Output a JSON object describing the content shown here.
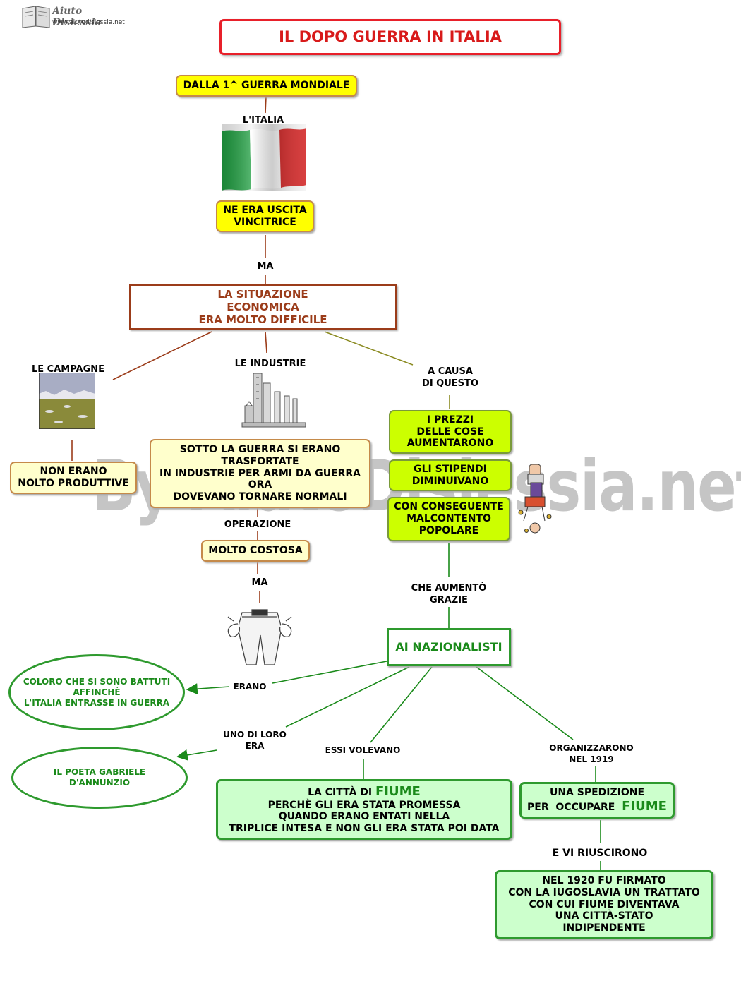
{
  "logo": {
    "name": "Aiuto Dislessia",
    "url": "www.aiutodislessia.net"
  },
  "title": "IL DOPO GUERRA IN ITALIA",
  "nodes": {
    "dalla_guerra": "DALLA 1^ GUERRA MONDIALE",
    "uscita": [
      "NE ERA USCITA",
      "VINCITRICE"
    ],
    "situazione": [
      "LA SITUAZIONE",
      "ECONOMICA",
      "ERA MOLTO DIFFICILE"
    ],
    "non_erano": [
      "NON ERANO",
      "NOLTO PRODUTTIVE"
    ],
    "sotto_guerra": [
      "SOTTO LA GUERRA SI ERANO",
      "TRASFORTATE",
      "IN INDUSTRIE PER ARMI DA GUERRA",
      "ORA",
      "DOVEVANO TORNARE NORMALI"
    ],
    "costosa": "MOLTO COSTOSA",
    "prezzi": [
      "I PREZZI",
      "DELLE COSE",
      "AUMENTARONO"
    ],
    "stipendi": [
      "GLI STIPENDI",
      "DIMINUIVANO"
    ],
    "malcontento": [
      "CON CONSEGUENTE",
      "MALCONTENTO",
      "POPOLARE"
    ],
    "nazionalisti": "AI NAZIONALISTI",
    "coloro": [
      "COLORO CHE SI SONO BATTUTI",
      "AFFINCHÈ",
      "L'ITALIA ENTRASSE IN GUERRA"
    ],
    "poeta": [
      "IL POETA GABRIELE",
      "D'ANNUNZIO"
    ],
    "fiume_citta": {
      "pre": "LA CITTÀ DI ",
      "fiume": "FIUME",
      "lines": [
        "PERCHÈ GLI ERA STATA PROMESSA",
        "QUANDO ERANO ENTATI NELLA",
        "TRIPLICE INTESA E NON GLI ERA STATA POI DATA"
      ]
    },
    "spedizione": {
      "line1": "UNA SPEDIZIONE",
      "pre": "PER  OCCUPARE  ",
      "fiume": "FIUME"
    },
    "trattato": [
      "NEL 1920 FU FIRMATO",
      "CON LA IUGOSLAVIA UN TRATTATO",
      "CON CUI FIUME DIVENTAVA",
      "UNA CITTÀ-STATO",
      "INDIPENDENTE"
    ]
  },
  "labels": {
    "italia": "L'ITALIA",
    "ma1": "MA",
    "campagne": "LE CAMPAGNE",
    "industrie": "LE INDUSTRIE",
    "causa": [
      "A CAUSA",
      "DI QUESTO"
    ],
    "operazione": "OPERAZIONE",
    "ma2": "MA",
    "aumento": [
      "CHE AUMENTÒ",
      "GRAZIE"
    ],
    "erano": "ERANO",
    "uno_di_loro": [
      "UNO DI LORO",
      "ERA"
    ],
    "volevano": "ESSI VOLEVANO",
    "organizzarono": [
      "ORGANIZZARONO",
      "NEL 1919"
    ],
    "riuscirono": "E VI RIUSCIRONO"
  },
  "watermark": "By AiutoDislessia.net",
  "colors": {
    "title_border": "#e8202a",
    "title_text": "#d81a1a",
    "brown": "#9b3c1a",
    "olive": "#8a8a20",
    "green": "#1a8a1a"
  }
}
